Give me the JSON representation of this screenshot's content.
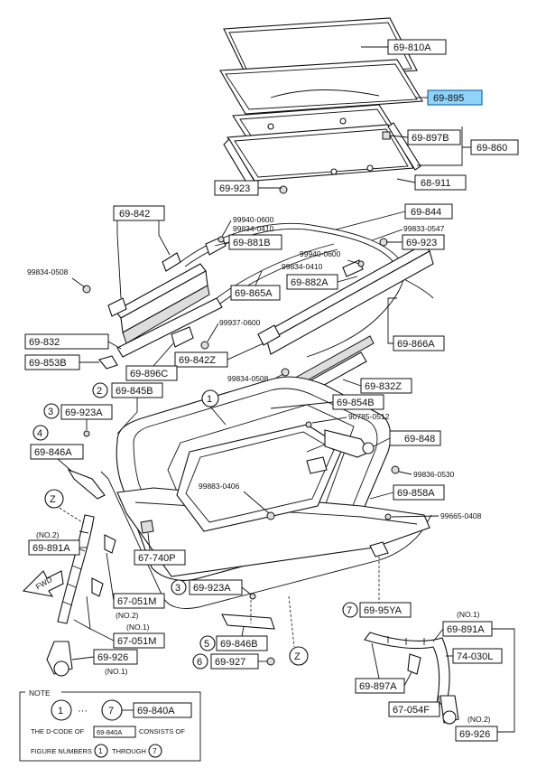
{
  "labels": {
    "p810A": "69-810A",
    "p895": "69-895",
    "p897B": "69-897B",
    "p860": "69-860",
    "p911": "68-911",
    "p923a": "69-923",
    "p844": "69-844",
    "p842": "69-842",
    "p881B": "69-881B",
    "p923b": "69-923",
    "p865A": "69-865A",
    "p882A": "69-882A",
    "p832": "69-832",
    "p866A": "69-866A",
    "p853B": "69-853B",
    "p842Z": "69-842Z",
    "p896C": "69-896C",
    "p832Z": "69-832Z",
    "p845B": "69-845B",
    "p854B": "69-854B",
    "p923Ac": "69-923A",
    "p848": "69-848",
    "p846A": "69-846A",
    "p858A": "69-858A",
    "p891Aa": "69-891A",
    "p740P": "67-740P",
    "p051Ma": "67-051M",
    "p051Mb": "67-051M",
    "p926a": "69-926",
    "p923Ad": "69-923A",
    "p95YA": "69-95YA",
    "p891Ab": "69-891A",
    "p846B": "69-846B",
    "p927": "69-927",
    "p030L": "74-030L",
    "p897A": "69-897A",
    "p054F": "67-054F",
    "p926b": "69-926",
    "p840A": "69-840A",
    "p840Anote": "69-840A"
  },
  "codes": {
    "c0600a": "99940-0600",
    "c0410a": "99834-0410",
    "c0547": "99833-0547",
    "c0508a": "99834-0508",
    "c0600b": "99940-0600",
    "c0410b": "99834-0410",
    "c0600c": "99937-0600",
    "c0508b": "99834-0508",
    "c0512": "90785-0512",
    "c0530": "99836-0530",
    "c0406": "99883-0406",
    "c0408": "99665-0408"
  },
  "numbers": {
    "n1": "1",
    "n2": "2",
    "n3": "3",
    "n4": "4",
    "n5": "5",
    "n6": "6",
    "n7": "7",
    "n3b": "3",
    "z": "Z",
    "z2": "Z",
    "note1": "1",
    "note7": "7",
    "noteIn1": "1",
    "noteIn7": "7"
  },
  "tags": {
    "no2a": "(NO.2)",
    "no2b": "(NO.2)",
    "no1a": "(NO.1)",
    "no1b": "(NO.1)",
    "no1c": "(NO.1)",
    "no2c": "(NO.2)"
  },
  "arrow": {
    "fwd": "FWD"
  },
  "note": {
    "title": "NOTE",
    "dots": "···",
    "line1a": "THE D-CODE OF",
    "line1b": "CONSISTS OF",
    "line2a": "FIGURE NUMBERS",
    "line2b": "THROUGH"
  },
  "colors": {
    "highlight": "#8fd3f8",
    "ink": "#111111"
  }
}
